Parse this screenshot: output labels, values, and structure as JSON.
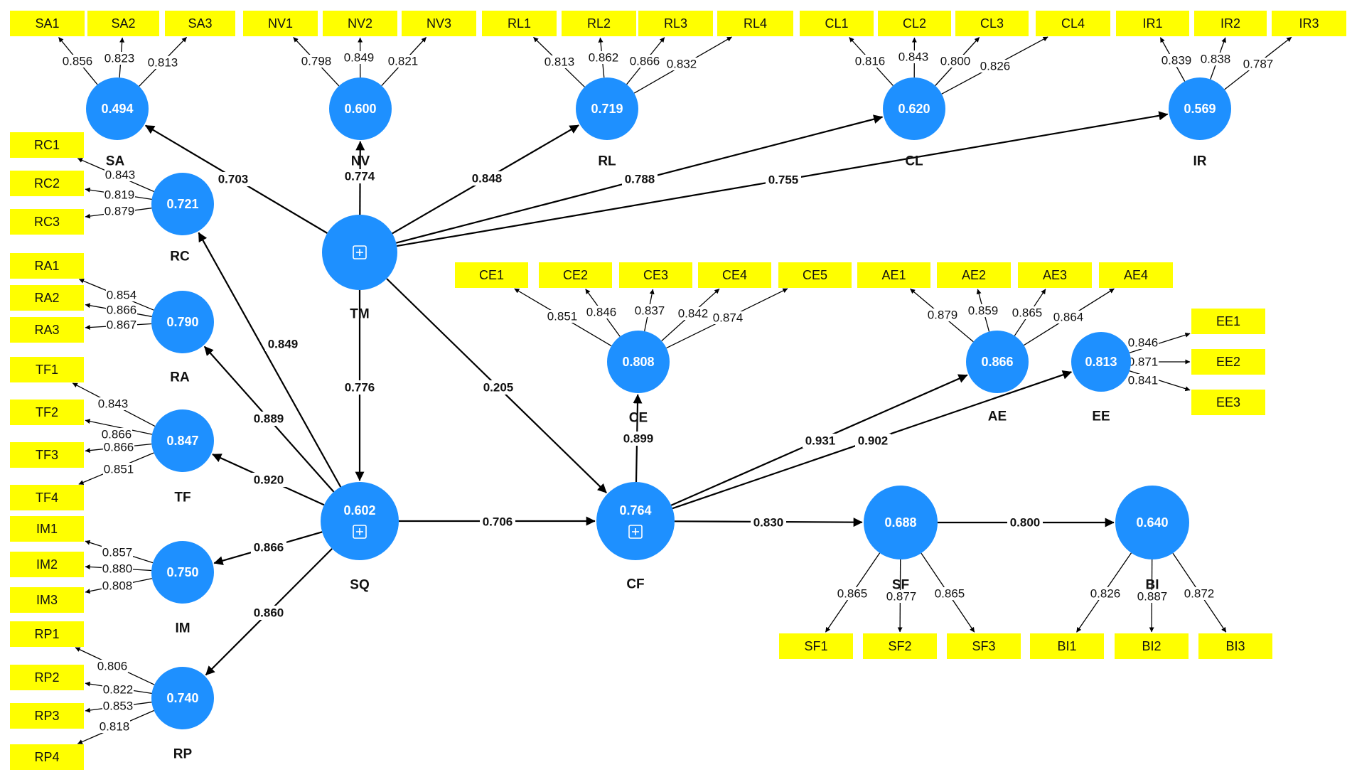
{
  "latents": [
    {
      "id": "SA",
      "name": "SA",
      "r2": "0.494"
    },
    {
      "id": "NV",
      "name": "NV",
      "r2": "0.600"
    },
    {
      "id": "RL",
      "name": "RL",
      "r2": "0.719"
    },
    {
      "id": "CL",
      "name": "CL",
      "r2": "0.620"
    },
    {
      "id": "IR",
      "name": "IR",
      "r2": "0.569"
    },
    {
      "id": "RC",
      "name": "RC",
      "r2": "0.721"
    },
    {
      "id": "RA",
      "name": "RA",
      "r2": "0.790"
    },
    {
      "id": "TF",
      "name": "TF",
      "r2": "0.847"
    },
    {
      "id": "IM",
      "name": "IM",
      "r2": "0.750"
    },
    {
      "id": "RP",
      "name": "RP",
      "r2": "0.740"
    },
    {
      "id": "TM",
      "name": "TM",
      "r2": "",
      "expandable": true
    },
    {
      "id": "SQ",
      "name": "SQ",
      "r2": "0.602",
      "expandable": true
    },
    {
      "id": "CF",
      "name": "CF",
      "r2": "0.764",
      "expandable": true
    },
    {
      "id": "CE",
      "name": "CE",
      "r2": "0.808"
    },
    {
      "id": "AE",
      "name": "AE",
      "r2": "0.866"
    },
    {
      "id": "EE",
      "name": "EE",
      "r2": "0.813"
    },
    {
      "id": "SF",
      "name": "SF",
      "r2": "0.688"
    },
    {
      "id": "BI",
      "name": "BI",
      "r2": "0.640"
    }
  ],
  "loadings": [
    {
      "latent": "SA",
      "indicator": "SA1",
      "value": "0.856"
    },
    {
      "latent": "SA",
      "indicator": "SA2",
      "value": "0.823"
    },
    {
      "latent": "SA",
      "indicator": "SA3",
      "value": "0.813"
    },
    {
      "latent": "NV",
      "indicator": "NV1",
      "value": "0.798"
    },
    {
      "latent": "NV",
      "indicator": "NV2",
      "value": "0.849"
    },
    {
      "latent": "NV",
      "indicator": "NV3",
      "value": "0.821"
    },
    {
      "latent": "RL",
      "indicator": "RL1",
      "value": "0.813"
    },
    {
      "latent": "RL",
      "indicator": "RL2",
      "value": "0.862"
    },
    {
      "latent": "RL",
      "indicator": "RL3",
      "value": "0.866"
    },
    {
      "latent": "RL",
      "indicator": "RL4",
      "value": "0.832"
    },
    {
      "latent": "CL",
      "indicator": "CL1",
      "value": "0.816"
    },
    {
      "latent": "CL",
      "indicator": "CL2",
      "value": "0.843"
    },
    {
      "latent": "CL",
      "indicator": "CL3",
      "value": "0.800"
    },
    {
      "latent": "CL",
      "indicator": "CL4",
      "value": "0.826"
    },
    {
      "latent": "IR",
      "indicator": "IR1",
      "value": "0.839"
    },
    {
      "latent": "IR",
      "indicator": "IR2",
      "value": "0.838"
    },
    {
      "latent": "IR",
      "indicator": "IR3",
      "value": "0.787"
    },
    {
      "latent": "RC",
      "indicator": "RC1",
      "value": "0.843"
    },
    {
      "latent": "RC",
      "indicator": "RC2",
      "value": "0.819"
    },
    {
      "latent": "RC",
      "indicator": "RC3",
      "value": "0.879"
    },
    {
      "latent": "RA",
      "indicator": "RA1",
      "value": "0.854"
    },
    {
      "latent": "RA",
      "indicator": "RA2",
      "value": "0.866"
    },
    {
      "latent": "RA",
      "indicator": "RA3",
      "value": "0.867"
    },
    {
      "latent": "TF",
      "indicator": "TF1",
      "value": "0.843"
    },
    {
      "latent": "TF",
      "indicator": "TF2",
      "value": "0.866"
    },
    {
      "latent": "TF",
      "indicator": "TF3",
      "value": "0.866"
    },
    {
      "latent": "TF",
      "indicator": "TF4",
      "value": "0.851"
    },
    {
      "latent": "IM",
      "indicator": "IM1",
      "value": "0.857"
    },
    {
      "latent": "IM",
      "indicator": "IM2",
      "value": "0.880"
    },
    {
      "latent": "IM",
      "indicator": "IM3",
      "value": "0.808"
    },
    {
      "latent": "RP",
      "indicator": "RP1",
      "value": "0.806"
    },
    {
      "latent": "RP",
      "indicator": "RP2",
      "value": "0.822"
    },
    {
      "latent": "RP",
      "indicator": "RP3",
      "value": "0.853"
    },
    {
      "latent": "RP",
      "indicator": "RP4",
      "value": "0.818"
    },
    {
      "latent": "CE",
      "indicator": "CE1",
      "value": "0.851"
    },
    {
      "latent": "CE",
      "indicator": "CE2",
      "value": "0.846"
    },
    {
      "latent": "CE",
      "indicator": "CE3",
      "value": "0.837"
    },
    {
      "latent": "CE",
      "indicator": "CE4",
      "value": "0.842"
    },
    {
      "latent": "CE",
      "indicator": "CE5",
      "value": "0.874"
    },
    {
      "latent": "AE",
      "indicator": "AE1",
      "value": "0.879"
    },
    {
      "latent": "AE",
      "indicator": "AE2",
      "value": "0.859"
    },
    {
      "latent": "AE",
      "indicator": "AE3",
      "value": "0.865"
    },
    {
      "latent": "AE",
      "indicator": "AE4",
      "value": "0.864"
    },
    {
      "latent": "EE",
      "indicator": "EE1",
      "value": "0.846"
    },
    {
      "latent": "EE",
      "indicator": "EE2",
      "value": "0.871"
    },
    {
      "latent": "EE",
      "indicator": "EE3",
      "value": "0.841"
    },
    {
      "latent": "SF",
      "indicator": "SF1",
      "value": "0.865"
    },
    {
      "latent": "SF",
      "indicator": "SF2",
      "value": "0.877"
    },
    {
      "latent": "SF",
      "indicator": "SF3",
      "value": "0.865"
    },
    {
      "latent": "BI",
      "indicator": "BI1",
      "value": "0.826"
    },
    {
      "latent": "BI",
      "indicator": "BI2",
      "value": "0.887"
    },
    {
      "latent": "BI",
      "indicator": "BI3",
      "value": "0.872"
    }
  ],
  "paths": [
    {
      "from": "TM",
      "to": "SA",
      "value": "0.703"
    },
    {
      "from": "TM",
      "to": "NV",
      "value": "0.774"
    },
    {
      "from": "TM",
      "to": "RL",
      "value": "0.848"
    },
    {
      "from": "TM",
      "to": "CL",
      "value": "0.788"
    },
    {
      "from": "TM",
      "to": "IR",
      "value": "0.755"
    },
    {
      "from": "TM",
      "to": "SQ",
      "value": "0.776"
    },
    {
      "from": "TM",
      "to": "CF",
      "value": "0.205"
    },
    {
      "from": "SQ",
      "to": "RC",
      "value": "0.849"
    },
    {
      "from": "SQ",
      "to": "RA",
      "value": "0.889"
    },
    {
      "from": "SQ",
      "to": "TF",
      "value": "0.920"
    },
    {
      "from": "SQ",
      "to": "IM",
      "value": "0.866"
    },
    {
      "from": "SQ",
      "to": "RP",
      "value": "0.860"
    },
    {
      "from": "SQ",
      "to": "CF",
      "value": "0.706"
    },
    {
      "from": "CF",
      "to": "CE",
      "value": "0.899"
    },
    {
      "from": "CF",
      "to": "AE",
      "value": "0.931"
    },
    {
      "from": "CF",
      "to": "EE",
      "value": "0.902"
    },
    {
      "from": "CF",
      "to": "SF",
      "value": "0.830"
    },
    {
      "from": "SF",
      "to": "BI",
      "value": "0.800"
    }
  ],
  "colors": {
    "latent": "#1e90ff",
    "indicator": "#ffff00"
  },
  "icons": {
    "expand": "plus-square-icon"
  }
}
